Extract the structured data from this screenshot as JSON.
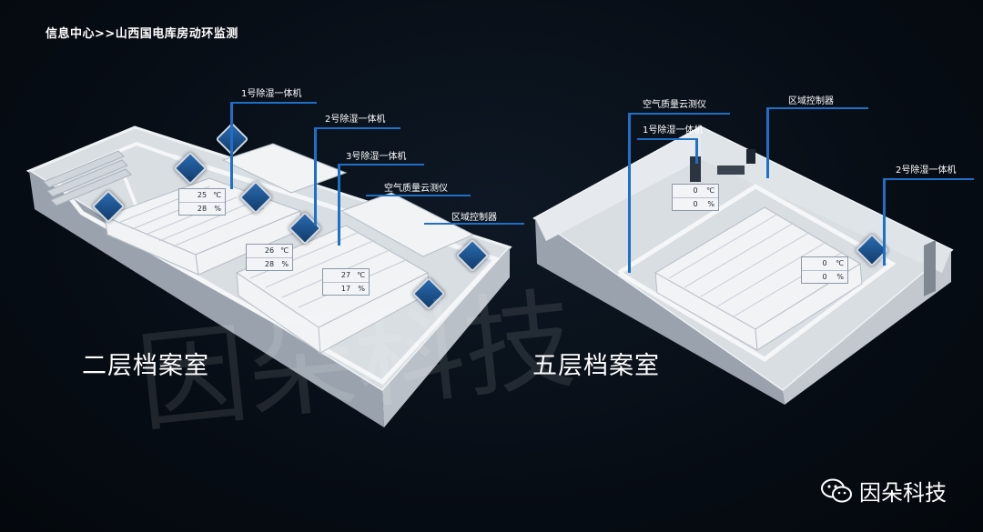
{
  "header": {
    "breadcrumb": "信息中心>>山西国电库房动环监测"
  },
  "left_room": {
    "title": "二层档案室",
    "labels": {
      "dehumid_1": "1号除湿一体机",
      "dehumid_2": "2号除湿一体机",
      "dehumid_3": "3号除湿一体机",
      "air_quality": "空气质量云测仪",
      "controller": "区域控制器"
    },
    "readings": [
      {
        "temp": "25",
        "temp_unit": "℃",
        "hum": "28",
        "hum_unit": "%"
      },
      {
        "temp": "26",
        "temp_unit": "℃",
        "hum": "28",
        "hum_unit": "%"
      },
      {
        "temp": "27",
        "temp_unit": "℃",
        "hum": "17",
        "hum_unit": "%"
      }
    ]
  },
  "right_room": {
    "title": "五层档案室",
    "labels": {
      "air_quality": "空气质量云测仪",
      "dehumid_1": "1号除湿一体机",
      "controller": "区域控制器",
      "dehumid_2": "2号除湿一体机"
    },
    "readings": [
      {
        "temp": "0",
        "temp_unit": "℃",
        "hum": "0",
        "hum_unit": "%"
      },
      {
        "temp": "0",
        "temp_unit": "℃",
        "hum": "0",
        "hum_unit": "%"
      }
    ]
  },
  "brand": {
    "name": "因朵科技",
    "icon": "wechat-icon",
    "watermark": "因朵科技"
  },
  "colors": {
    "accent": "#1f6fc6",
    "background": "#060b12"
  }
}
